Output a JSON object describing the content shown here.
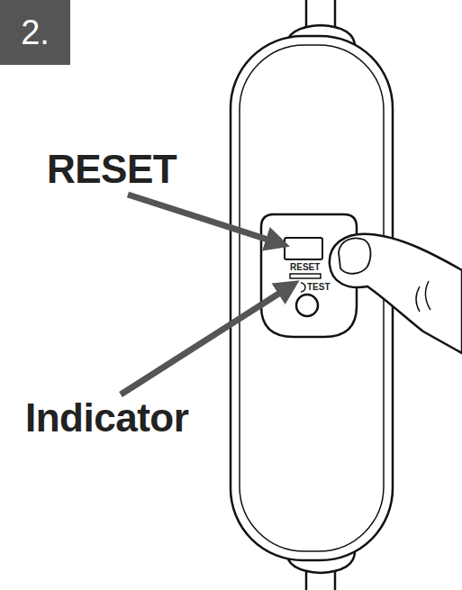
{
  "diagram": {
    "nodes": [
      {
        "text": [
          "2."
        ]
      }
    ],
    "labels": [
      "RESET",
      "Indicator",
      "RESET",
      "TEST"
    ]
  }
}
